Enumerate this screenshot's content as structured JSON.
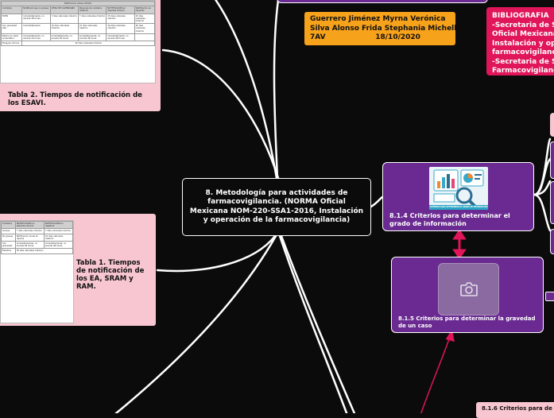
{
  "central": {
    "text": "8. Metodología para actividades de farmacovigilancia. (NORMA Oficial Mexicana NOM-220-SSA1-2016, Instalación y operación de la farmacovigilancia)"
  },
  "authors": {
    "line1": "Guerrero Jiménez Myrna Verónica",
    "line2": "Silva Alonso Frida Stephania Michell",
    "line3": "7AV                    18/10/2020"
  },
  "bibliography": {
    "title": "BIBLIOGRAFIA",
    "lines": [
      "-Secretaria de S",
      "Oficial Mexicana",
      "Instalación y op",
      "farmacovigilanc",
      "-Secretaria de S",
      "Farmacovigilanc"
    ]
  },
  "nodes": {
    "n814": {
      "label": "8.1.4 Criterios para determinar el grado de información",
      "image_caption": "CRITERIOS PARA DETERMINAR EL GRADO DE INFORMACIÓN"
    },
    "n815": {
      "label": "8.1.5 Criterios para determinar la gravedad de un caso",
      "image_icon": "camera-icon"
    },
    "n816": {
      "label": "8.1.6 Criterios para de"
    }
  },
  "tables": {
    "t2": {
      "caption": "Tabla 2. Tiempos de notificación de los ESAVI.",
      "top_header": "Notificación antes a ESAVI",
      "headers": [
        "Cuidados",
        "Notificaciones no graves",
        "CIFRA DE CALENDARIO",
        "Personas de cuidados médicos",
        "NOTIFICACIÓN en reportes clínicos",
        "Notificación en reportes"
      ],
      "rows": [
        [
          "ECEN",
          "Inmediatamente, no excede 48 horas",
          "7 días naturales máximo",
          "7 días naturales máximo",
          "15 días naturales máximo",
          "15 días naturales máximo"
        ],
        [
          "Con gravedad alta",
          "Inmediatamente",
          "15 días naturales máximo",
          "15 días naturales máximo",
          "30 días naturales máximo",
          "30 días naturales máximo"
        ],
        [
          "ESAVI con daño sintomático",
          "Inmediatamente, no excede 24 horas",
          "Inmediatamente, no excede 48 horas",
          "Inmediatamente, no excede 48 horas",
          "Inmediatamente, no excede 48 horas",
          ""
        ],
        [
          "Ensayos clínicos",
          "30 días naturales máximo",
          "",
          "",
          "",
          ""
        ]
      ]
    },
    "t1": {
      "caption": "Tabla 1. Tiempos de notificación de los EA, SRAM y RAM.",
      "headers": [
        "Cuidados",
        "NOTIFICACIÓN en estudios clínicos",
        "NOTIFICACIÓN en registros"
      ],
      "rows": [
        [
          "Graves",
          "7 días naturales máximo",
          "7 días naturales máximo"
        ],
        [
          "No graves",
          "Notificación anual en reporte",
          "15 días naturales máximo"
        ],
        [
          "Con gravedad",
          "Inmediatamente, no excede 48 horas",
          "Inmediatamente, no excede 48 horas"
        ],
        [
          "Estudios",
          "30 días naturales máximo",
          ""
        ]
      ]
    }
  },
  "colors": {
    "background": "#0b0b0b",
    "purple": "#6a2a92",
    "orange": "#f7a21b",
    "magenta": "#e0155a",
    "pink": "#f7c6d0",
    "connector_pink": "#e0155a"
  }
}
